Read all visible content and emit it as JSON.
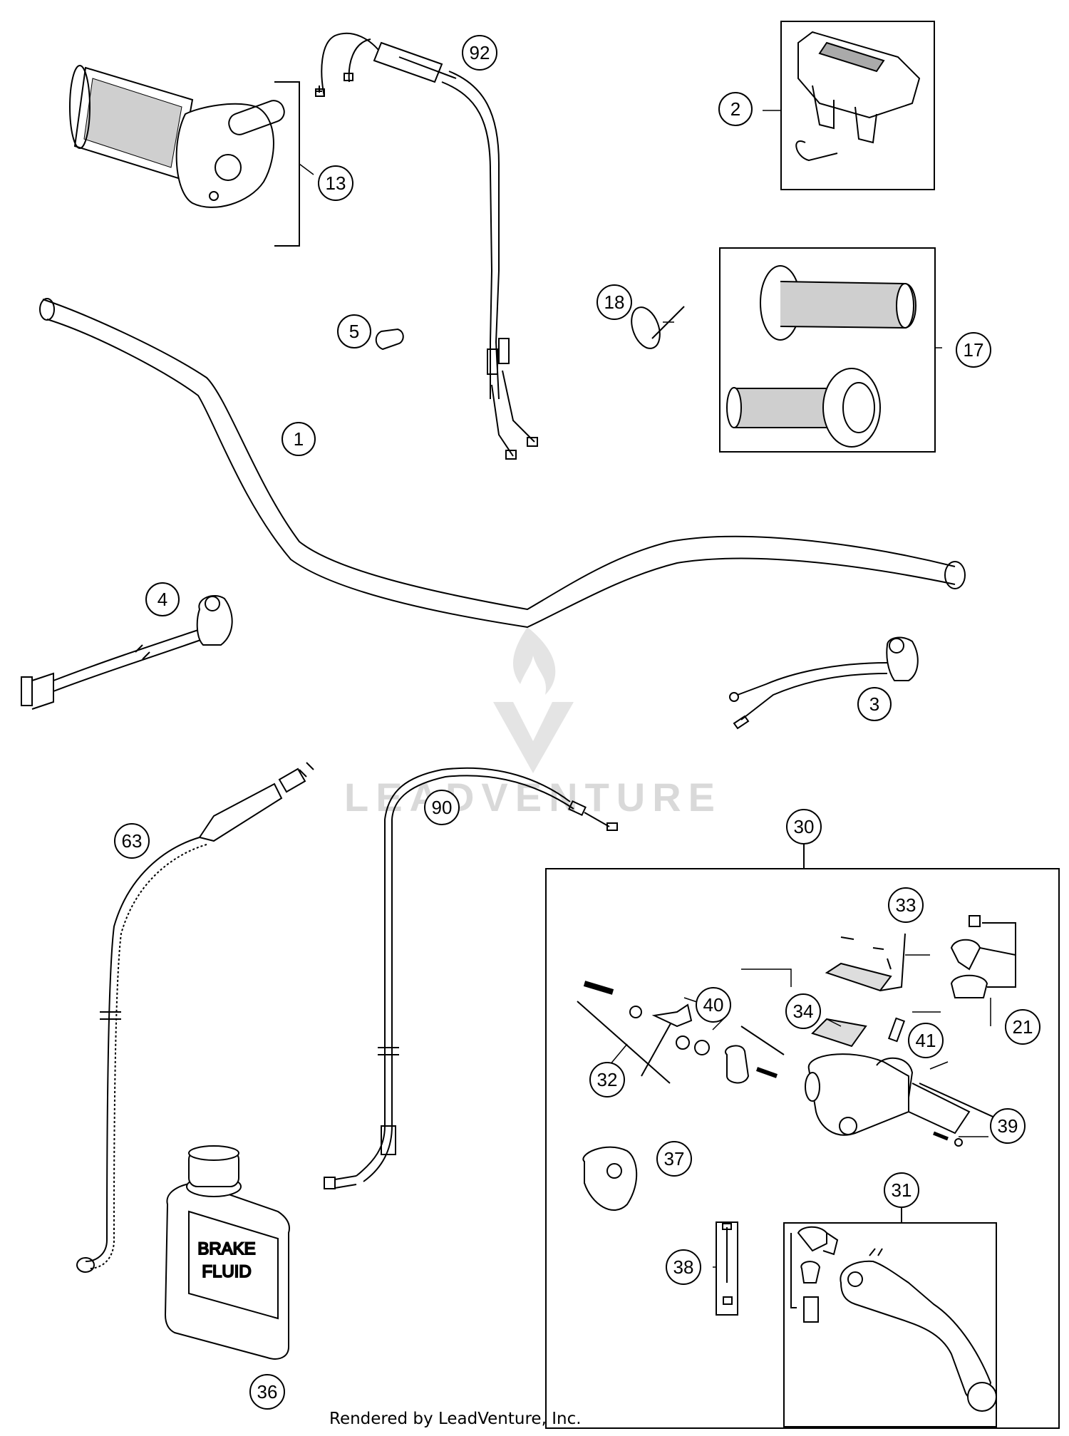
{
  "diagram": {
    "watermark": "LEADVENTURE",
    "footer": "Rendered by LeadVenture, Inc.",
    "brake_fluid_label": [
      "BRAKE",
      "FLUID"
    ],
    "parts": [
      {
        "id": "callout-1",
        "label": "1"
      },
      {
        "id": "callout-2",
        "label": "2"
      },
      {
        "id": "callout-3",
        "label": "3"
      },
      {
        "id": "callout-4",
        "label": "4"
      },
      {
        "id": "callout-5",
        "label": "5"
      },
      {
        "id": "callout-13",
        "label": "13"
      },
      {
        "id": "callout-17",
        "label": "17"
      },
      {
        "id": "callout-18",
        "label": "18"
      },
      {
        "id": "callout-21",
        "label": "21"
      },
      {
        "id": "callout-30",
        "label": "30"
      },
      {
        "id": "callout-31",
        "label": "31"
      },
      {
        "id": "callout-32",
        "label": "32"
      },
      {
        "id": "callout-33",
        "label": "33"
      },
      {
        "id": "callout-34",
        "label": "34"
      },
      {
        "id": "callout-36",
        "label": "36"
      },
      {
        "id": "callout-37",
        "label": "37"
      },
      {
        "id": "callout-38",
        "label": "38"
      },
      {
        "id": "callout-39",
        "label": "39"
      },
      {
        "id": "callout-40",
        "label": "40"
      },
      {
        "id": "callout-41",
        "label": "41"
      },
      {
        "id": "callout-63",
        "label": "63"
      },
      {
        "id": "callout-90",
        "label": "90"
      },
      {
        "id": "callout-92",
        "label": "92"
      }
    ]
  }
}
